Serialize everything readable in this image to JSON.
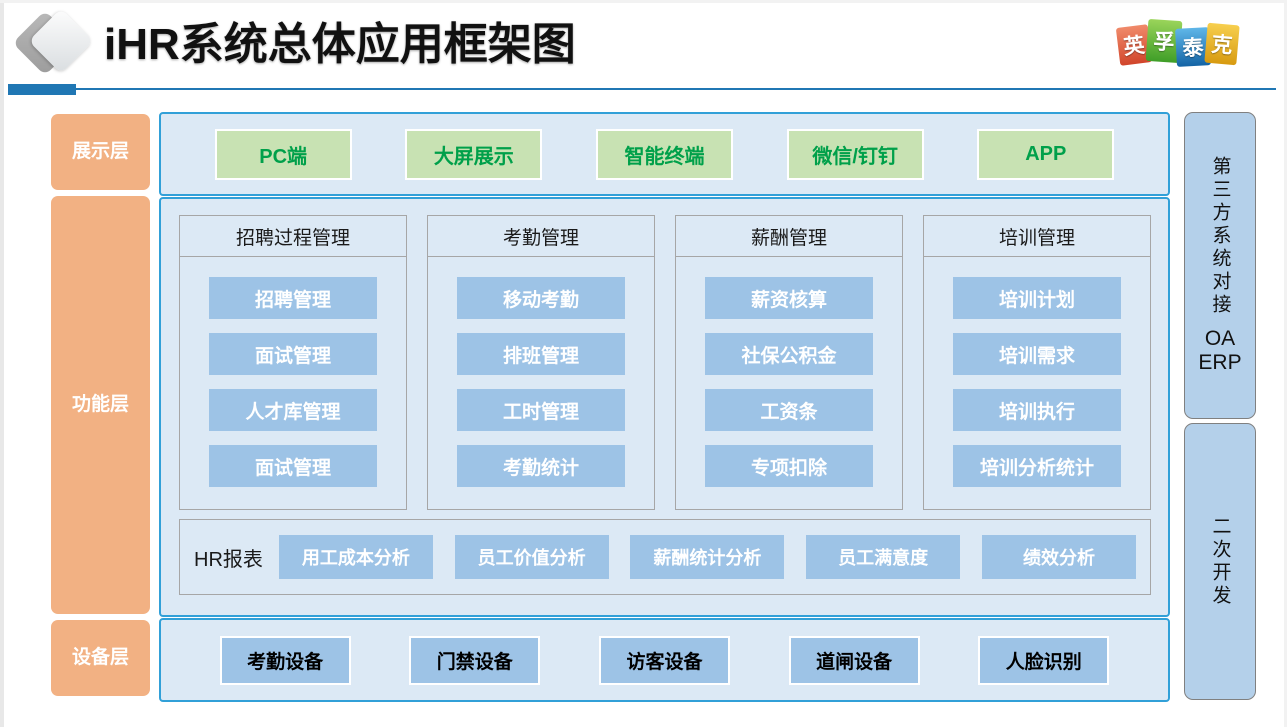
{
  "header": {
    "title": "iHR系统总体应用框架图",
    "logo_icon": "diamond-logo-icon",
    "brand": {
      "name": "英孚泰克",
      "tiles": [
        {
          "char": "英",
          "color": "#d1452b"
        },
        {
          "char": "孚",
          "color": "#3f9e28"
        },
        {
          "char": "泰",
          "color": "#1464a5"
        },
        {
          "char": "克",
          "color": "#d79a10"
        }
      ]
    },
    "accent_color": "#2077b4"
  },
  "layers": {
    "presentation_label": "展示层",
    "function_label": "功能层",
    "device_label": "设备层"
  },
  "presentation": {
    "items": [
      "PC端",
      "大屏展示",
      "智能终端",
      "微信/钉钉",
      "APP"
    ],
    "chip_bg": "#c8e2b3",
    "chip_text_color": "#00a04a"
  },
  "function": {
    "columns": [
      {
        "title": "招聘过程管理",
        "modules": [
          "招聘管理",
          "面试管理",
          "人才库管理",
          "面试管理"
        ]
      },
      {
        "title": "考勤管理",
        "modules": [
          "移动考勤",
          "排班管理",
          "工时管理",
          "考勤统计"
        ]
      },
      {
        "title": "薪酬管理",
        "modules": [
          "薪资核算",
          "社保公积金",
          "工资条",
          "专项扣除"
        ]
      },
      {
        "title": "培训管理",
        "modules": [
          "培训计划",
          "培训需求",
          "培训执行",
          "培训分析统计"
        ]
      }
    ],
    "reports": {
      "label": "HR报表",
      "items": [
        "用工成本分析",
        "员工价值分析",
        "薪酬统计分析",
        "员工满意度",
        "绩效分析"
      ]
    },
    "module_bg": "#9dc3e6"
  },
  "device": {
    "items": [
      "考勤设备",
      "门禁设备",
      "访客设备",
      "道闸设备",
      "人脸识别"
    ],
    "chip_bg": "#9dc3e6"
  },
  "sidebar": {
    "third_party": {
      "vertical_label": "第三方系统对接",
      "systems": "OA\nERP"
    },
    "secondary_dev": {
      "vertical_label": "二次开发"
    },
    "box_bg": "#b4d0ea"
  }
}
